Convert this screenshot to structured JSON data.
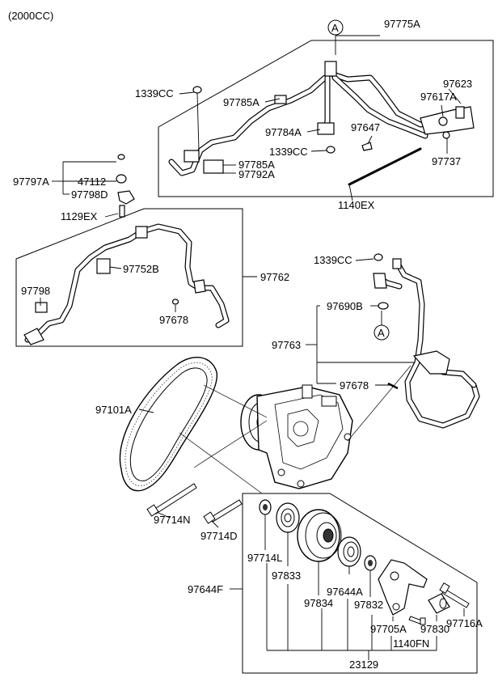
{
  "header": {
    "variant": "(2000CC)"
  },
  "ref_marker": "A",
  "labels": {
    "p97775A": "97775A",
    "p97623": "97623",
    "p97617A": "97617A",
    "p97647": "97647",
    "p97737": "97737",
    "p1140EX": "1140EX",
    "p1339CC_top": "1339CC",
    "p97785A_top": "97785A",
    "p97784A": "97784A",
    "p1339CC_mid": "1339CC",
    "p97785A_low": "97785A",
    "p97792A": "97792A",
    "p97797A": "97797A",
    "p47112": "47112",
    "p97798D": "97798D",
    "p1129EX": "1129EX",
    "p97752B": "97752B",
    "p97762": "97762",
    "p97798": "97798",
    "p97678_left": "97678",
    "p1339CC_right": "1339CC",
    "p97690B": "97690B",
    "p97763": "97763",
    "p97678_right": "97678",
    "p97101A": "97101A",
    "p97714N": "97714N",
    "p97714D": "97714D",
    "p97714L": "97714L",
    "p97833": "97833",
    "p97644F": "97644F",
    "p97834": "97834",
    "p97644A": "97644A",
    "p97832": "97832",
    "p97705A": "97705A",
    "p97830": "97830",
    "p97716A": "97716A",
    "p1140FN": "1140FN",
    "p23129": "23129"
  }
}
